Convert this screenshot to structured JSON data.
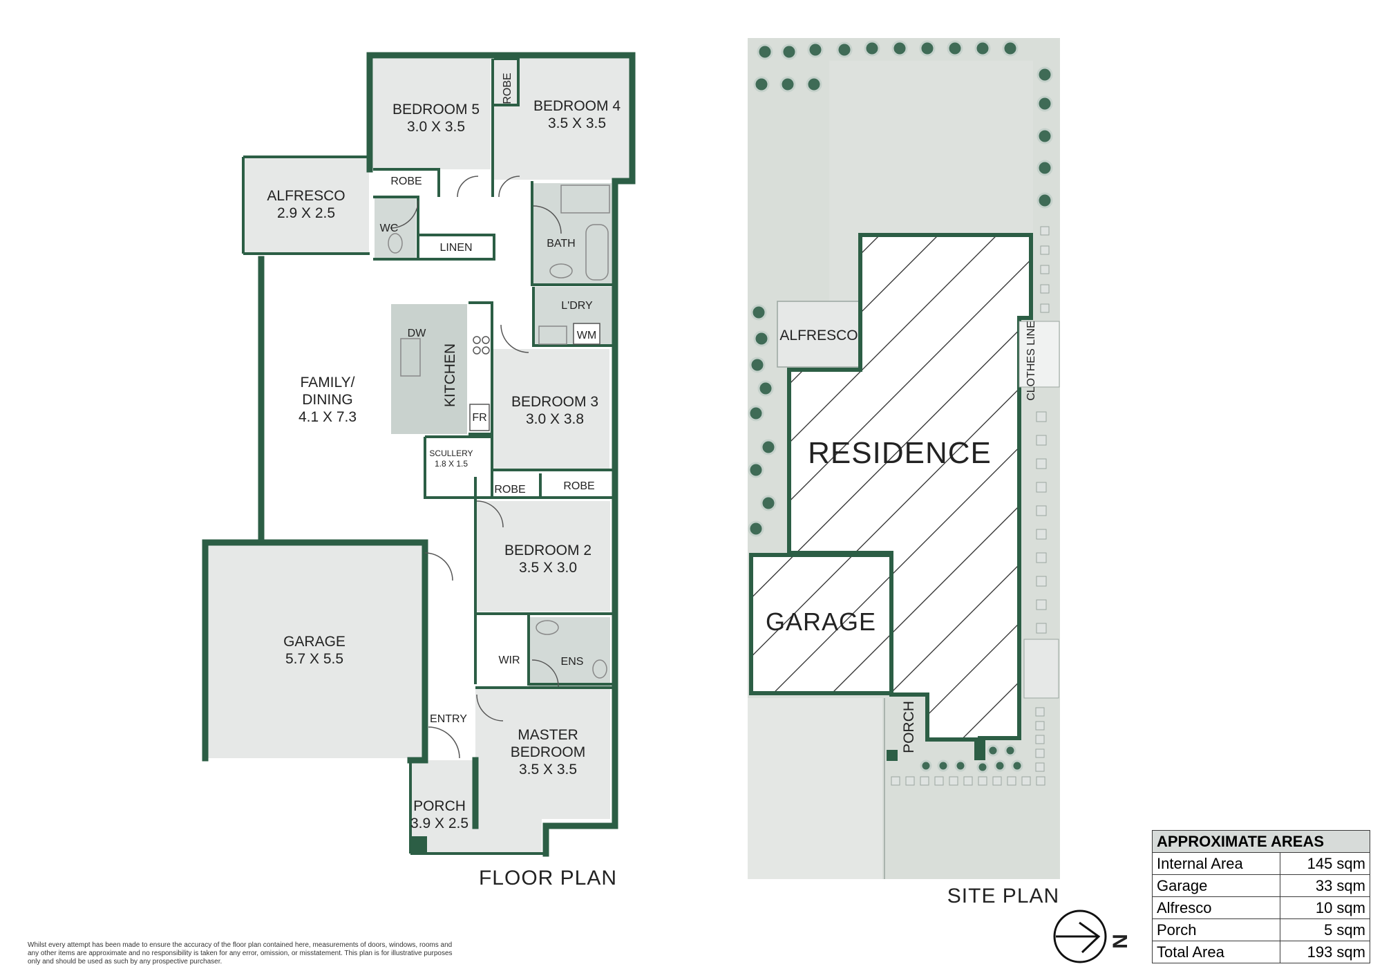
{
  "floor_plan": {
    "title": "FLOOR PLAN",
    "rooms": {
      "bedroom5": {
        "name": "BEDROOM 5",
        "size": "3.0 X 3.5"
      },
      "bedroom4": {
        "name": "BEDROOM 4",
        "size": "3.5 X 3.5"
      },
      "robe_b4": "ROBE",
      "robe_b5": "ROBE",
      "alfresco": {
        "name": "ALFRESCO",
        "size": "2.9 X 2.5"
      },
      "wc": "WC",
      "linen": "LINEN",
      "bath": "BATH",
      "laundry": "L'DRY",
      "wm": "WM",
      "dw": "DW",
      "kitchen": "KITCHEN",
      "fr": "FR",
      "family": {
        "name_line1": "FAMILY/",
        "name_line2": "DINING",
        "size": "4.1 X 7.3"
      },
      "scullery": {
        "name": "SCULLERY",
        "size": "1.8 X 1.5"
      },
      "bedroom3": {
        "name": "BEDROOM 3",
        "size": "3.0 X 3.8"
      },
      "robe_b3": "ROBE",
      "robe_b2": "ROBE",
      "bedroom2": {
        "name": "BEDROOM 2",
        "size": "3.5 X 3.0"
      },
      "garage": {
        "name": "GARAGE",
        "size": "5.7 X 5.5"
      },
      "wir": "WIR",
      "ens": "ENS",
      "entry": "ENTRY",
      "master": {
        "name_line1": "MASTER",
        "name_line2": "BEDROOM",
        "size": "3.5 X 3.5"
      },
      "porch": {
        "name": "PORCH",
        "size": "3.9 X 2.5"
      }
    }
  },
  "site_plan": {
    "title": "SITE PLAN",
    "labels": {
      "alfresco": "ALFRESCO",
      "residence": "RESIDENCE",
      "garage": "GARAGE",
      "porch": "PORCH",
      "clothes_line": "CLOTHES LINE"
    },
    "north_label": "N"
  },
  "areas": {
    "heading": "APPROXIMATE AREAS",
    "rows": [
      {
        "label": "Internal Area",
        "value": "145 sqm"
      },
      {
        "label": "Garage",
        "value": "33 sqm"
      },
      {
        "label": "Alfresco",
        "value": "10 sqm"
      },
      {
        "label": "Porch",
        "value": "5 sqm"
      },
      {
        "label": "Total Area",
        "value": "193 sqm"
      }
    ]
  },
  "disclaimer": "Whilst every attempt has been made to ensure the accuracy of the floor plan contained here, measurements of doors, windows, rooms and any other items are approximate and no responsibility is taken for any error, omission, or misstatement. This plan is for illustrative purposes only and should be used as such by any prospective purchaser.",
  "colors": {
    "wall": "#2c5e45",
    "room": "#e6e8e7",
    "wet": "#d3dad7",
    "tree": "#3f6b56"
  }
}
